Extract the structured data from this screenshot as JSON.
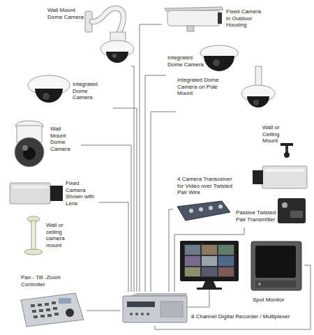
{
  "diagram": {
    "nodes": [
      {
        "text": [
          "Wall Mount Dome Camera"
        ]
      },
      {
        "text": [
          "Fixed Camera in Outdoor Housing"
        ]
      },
      {
        "text": [
          "Integrated Dome Camera"
        ]
      },
      {
        "text": [
          "Integrated Dome Camera"
        ]
      },
      {
        "text": [
          "Integrated Dome Camera on Pole Mount"
        ]
      },
      {
        "text": [
          "Wall Mount Dome Camera"
        ]
      },
      {
        "text": [
          "Wall or Ceiling Mount"
        ]
      },
      {
        "text": [
          "Fixed Camera Shown with Lens"
        ]
      },
      {
        "text": [
          "4 Camera Transceiver for Video over Twisted Pair Wire"
        ]
      },
      {
        "text": [
          "Wall or ceiling camera mount"
        ]
      },
      {
        "text": [
          "Passive Twisted Pair Transmitter"
        ]
      },
      {
        "text": [
          "Spot Monitor"
        ]
      },
      {
        "text": [
          "Pan - Tilt -Zoom Controller"
        ]
      },
      {
        "text": [
          "8 Channel Digital Recorder / Multiplexer"
        ]
      }
    ],
    "edges": [
      {
        "from": 0,
        "to": 13,
        "arrow": "none"
      },
      {
        "from": 1,
        "to": 13,
        "arrow": "none"
      },
      {
        "from": 2,
        "to": 13,
        "arrow": "none"
      },
      {
        "from": 3,
        "to": 13,
        "arrow": "none"
      },
      {
        "from": 4,
        "to": 13,
        "arrow": "none"
      },
      {
        "from": 5,
        "to": 13,
        "arrow": "none"
      },
      {
        "from": 7,
        "to": 13,
        "arrow": "none"
      },
      {
        "from": 8,
        "to": 13,
        "arrow": "none"
      },
      {
        "from": 10,
        "to": 13,
        "arrow": "none"
      },
      {
        "from": 11,
        "to": 13,
        "arrow": "none"
      },
      {
        "from": 12,
        "to": 13,
        "arrow": "none"
      }
    ]
  }
}
